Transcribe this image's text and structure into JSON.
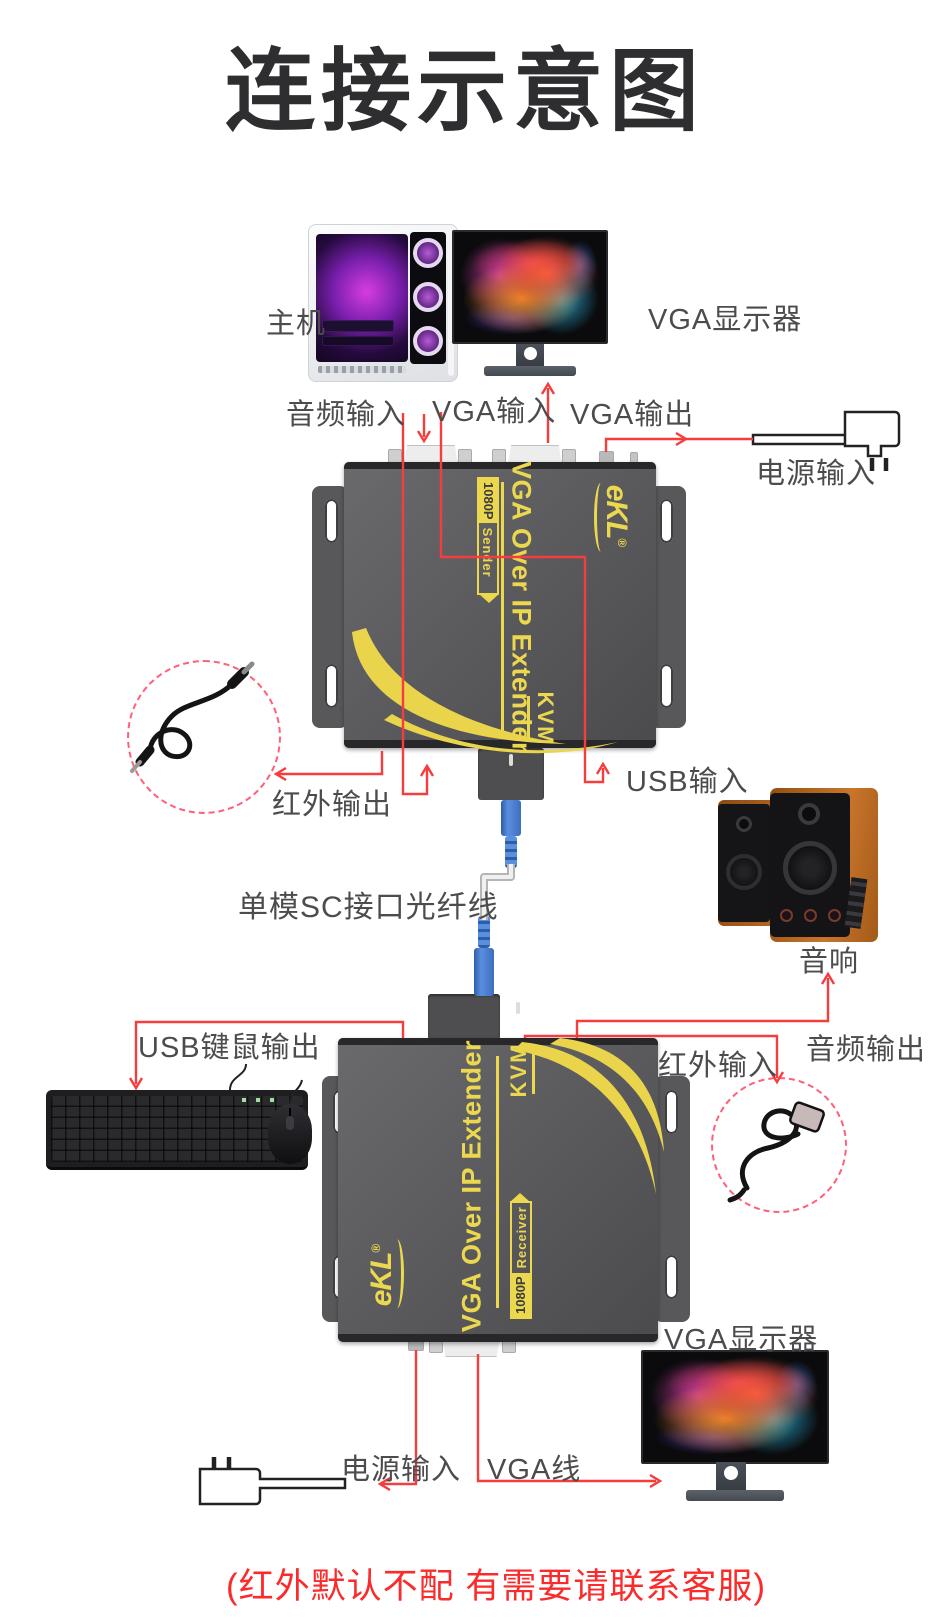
{
  "title": "连接示意图",
  "note": "(红外默认不配 有需要请联系客服)",
  "labels": {
    "host": "主机",
    "monitor_top": "VGA显示器",
    "audio_input": "音频输入",
    "vga_input": "VGA输入",
    "vga_output": "VGA输出",
    "power_input_top": "电源输入",
    "ir_output": "红外输出",
    "usb_input": "USB输入",
    "fiber": "单模SC接口光纤线",
    "speaker": "音响",
    "audio_output": "音频输出",
    "usb_kb_mouse_output": "USB键鼠输出",
    "ir_input": "红外输入",
    "monitor_bottom": "VGA显示器",
    "power_input_bottom": "电源输入",
    "vga_cable": "VGA线"
  },
  "devices": {
    "sender": {
      "brand": "eKL",
      "reg_mark": "®",
      "model": "VGA Over IP Extender",
      "resolution": "1080P",
      "role": "Sender",
      "feature": "KVM"
    },
    "receiver": {
      "brand": "eKL",
      "reg_mark": "®",
      "model": "VGA Over IP Extender",
      "resolution": "1080P",
      "role": "Receiver",
      "feature": "KVM"
    }
  },
  "colors": {
    "accent_red": "#f53d3d",
    "device_yellow": "#ecd84e",
    "device_gray": "#55555 8",
    "dashed_circle_pink": "#ff5f7a",
    "note_red": "#fb2b2b",
    "sc_connector_blue": "#4f86d8"
  }
}
